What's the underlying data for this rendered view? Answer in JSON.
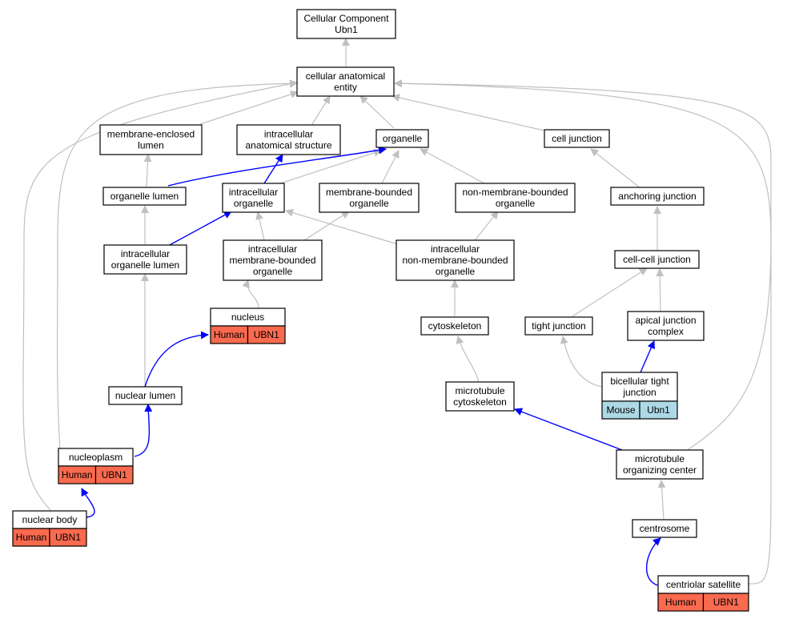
{
  "title_node": {
    "line1": "Cellular Component",
    "line2": "Ubn1"
  },
  "nodes": {
    "cae": [
      "cellular anatomical",
      "entity"
    ],
    "mel": [
      "membrane-enclosed",
      "lumen"
    ],
    "ias": [
      "intracellular",
      "anatomical structure"
    ],
    "org": [
      "organelle"
    ],
    "cj": [
      "cell junction"
    ],
    "ol": [
      "organelle lumen"
    ],
    "io": [
      "intracellular",
      "organelle"
    ],
    "mbo": [
      "membrane-bounded",
      "organelle"
    ],
    "nmbo": [
      "non-membrane-bounded",
      "organelle"
    ],
    "aj": [
      "anchoring junction"
    ],
    "iol": [
      "intracellular",
      "organelle lumen"
    ],
    "imbo": [
      "intracellular",
      "membrane-bounded",
      "organelle"
    ],
    "inmbo": [
      "intracellular",
      "non-membrane-bounded",
      "organelle"
    ],
    "ccj": [
      "cell-cell junction"
    ],
    "nuc": [
      "nucleus"
    ],
    "cyt": [
      "cytoskeleton"
    ],
    "tj": [
      "tight junction"
    ],
    "ajc": [
      "apical junction",
      "complex"
    ],
    "nl": [
      "nuclear lumen"
    ],
    "mtc": [
      "microtubule",
      "cytoskeleton"
    ],
    "btj": [
      "bicellular tight",
      "junction"
    ],
    "npl": [
      "nucleoplasm"
    ],
    "mtoc": [
      "microtubule",
      "organizing center"
    ],
    "nb": [
      "nuclear body"
    ],
    "cen": [
      "centrosome"
    ],
    "cs": [
      "centriolar satellite"
    ]
  },
  "annotations": {
    "nuc": {
      "species": "Human",
      "gene": "UBN1"
    },
    "npl": {
      "species": "Human",
      "gene": "UBN1"
    },
    "nb": {
      "species": "Human",
      "gene": "UBN1"
    },
    "cs": {
      "species": "Human",
      "gene": "UBN1"
    },
    "btj": {
      "species": "Mouse",
      "gene": "Ubn1"
    }
  },
  "colors": {
    "human_fill": "#fa6a4e",
    "mouse_fill": "#add8e6",
    "highlight_edge": "#0000ff",
    "edge": "#c0c0c0"
  }
}
